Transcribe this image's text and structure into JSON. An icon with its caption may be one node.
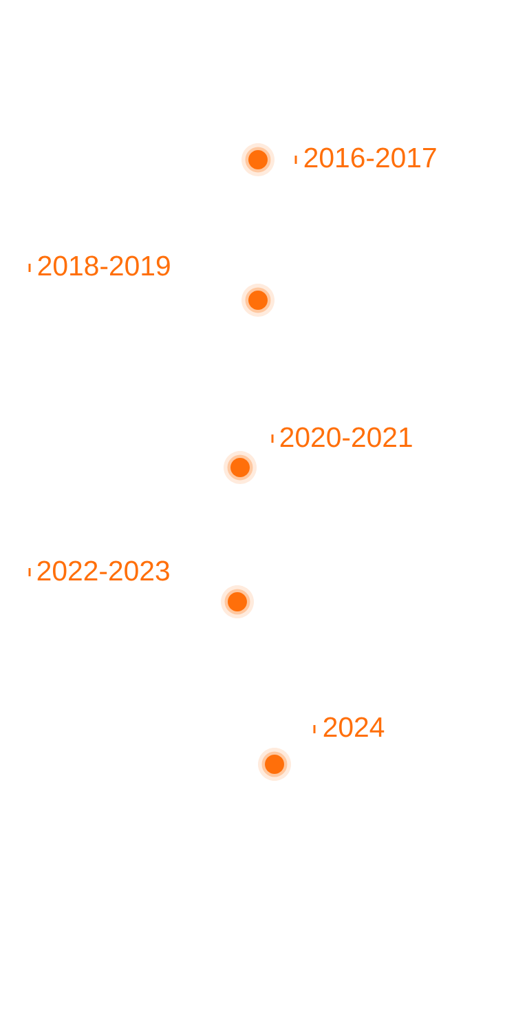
{
  "diagram": {
    "nodes": [
      {
        "text": [],
        "shape": "circle",
        "beside": [
          "2016-2017"
        ]
      },
      {
        "text": [],
        "shape": "circle",
        "beside": [
          "2018-2019"
        ]
      },
      {
        "text": [],
        "shape": "circle",
        "beside": [
          "2020-2021"
        ]
      },
      {
        "text": [],
        "shape": "circle",
        "beside": [
          "2022-2023"
        ]
      },
      {
        "text": [],
        "shape": "circle",
        "beside": [
          "2024"
        ]
      }
    ]
  }
}
